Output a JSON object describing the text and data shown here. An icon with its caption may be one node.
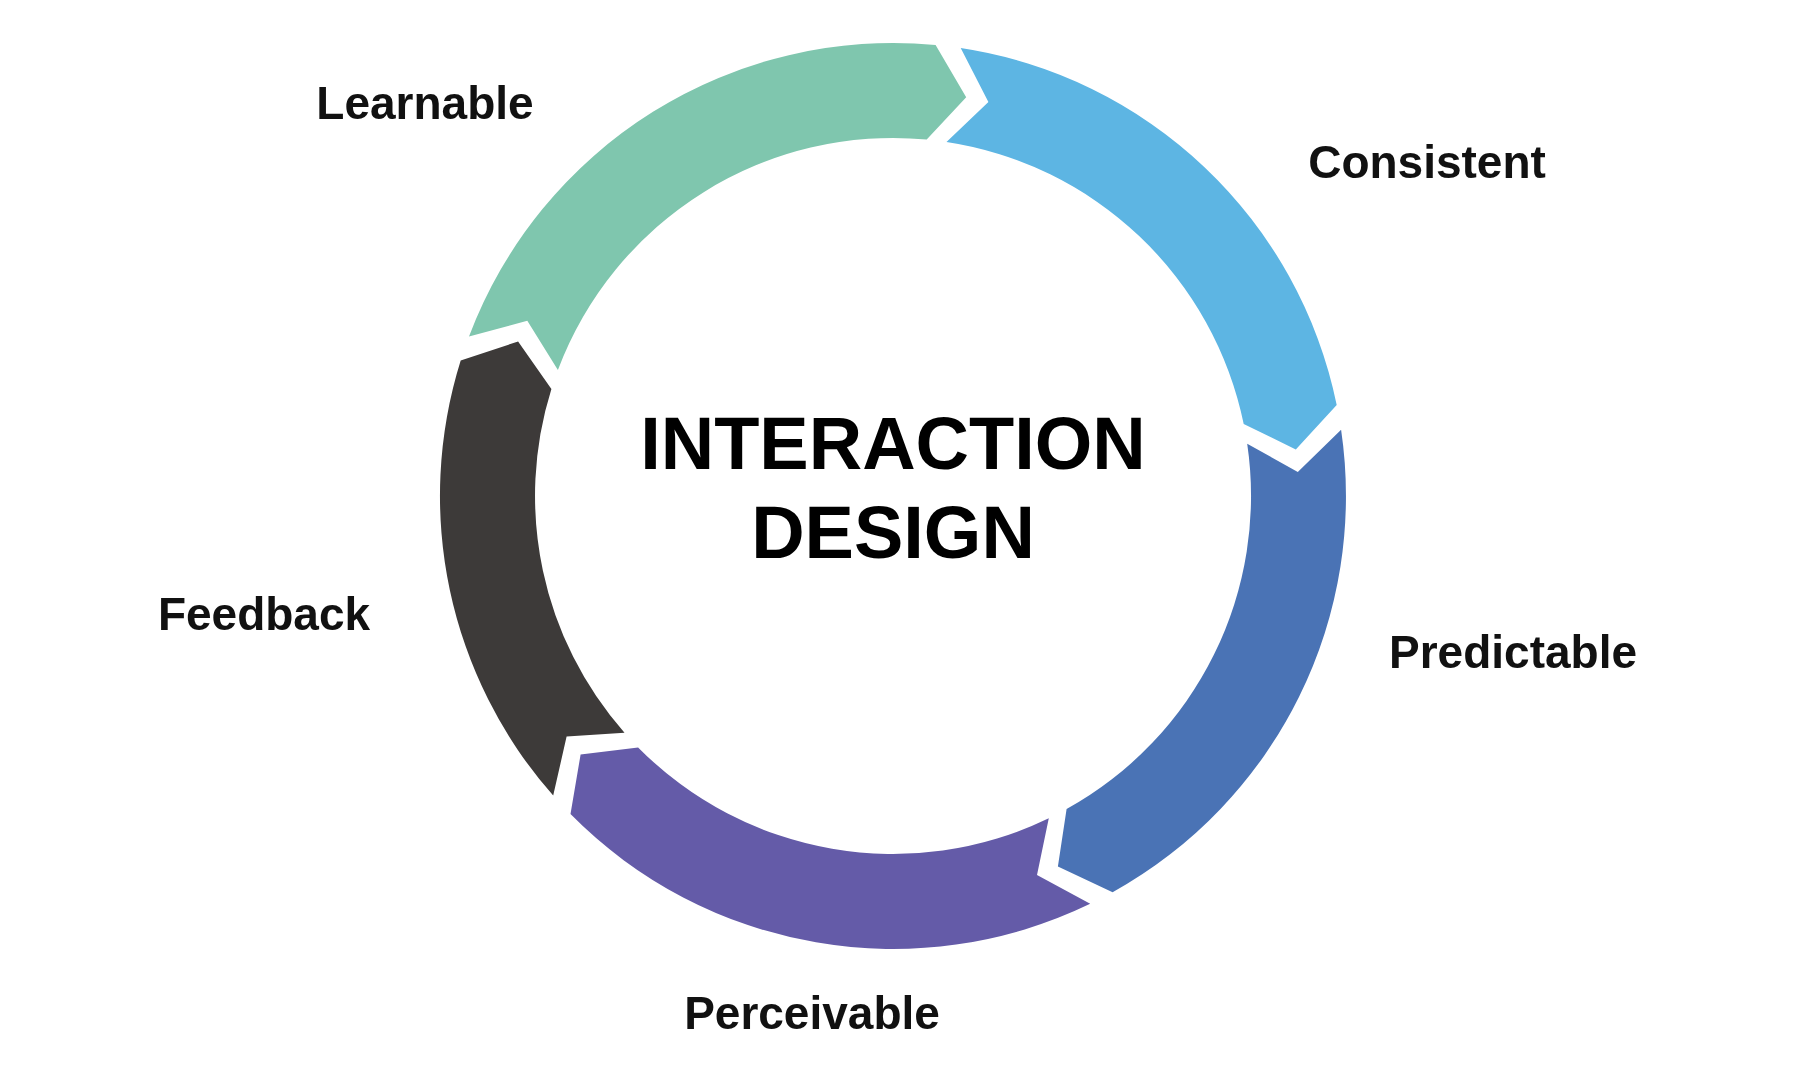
{
  "diagram": {
    "nodes": [
      {
        "text": [],
        "shape": "arrow",
        "beside": [
          "Learnable"
        ]
      },
      {
        "text": [],
        "shape": "arrow",
        "beside": [
          "Consistent"
        ]
      },
      {
        "text": [],
        "shape": "arrow",
        "beside": [
          "Predictable"
        ]
      },
      {
        "text": [],
        "shape": "arrow",
        "beside": [
          "Perceivable"
        ]
      },
      {
        "text": [],
        "shape": "arrow",
        "beside": [
          "Feedback"
        ]
      }
    ],
    "labels": [
      "INTERACTION DESIGN"
    ]
  }
}
